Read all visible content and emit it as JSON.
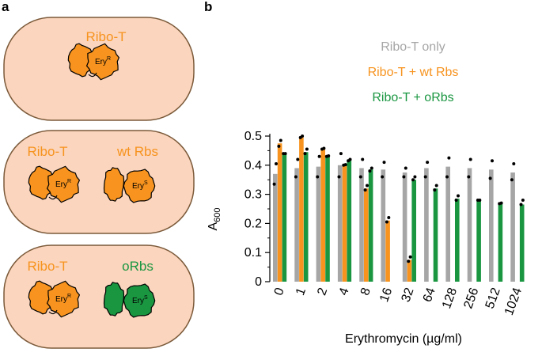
{
  "panel_a": {
    "letter": "a",
    "cells": [
      {
        "labels": [
          {
            "text": "Ribo-T",
            "color": "#f7931e"
          }
        ],
        "ribosomes": [
          {
            "kind": "ribo-t",
            "color": "#f7931e",
            "label": "Ery",
            "sup": "R"
          }
        ]
      },
      {
        "labels": [
          {
            "text": "Ribo-T",
            "color": "#f7931e"
          },
          {
            "text": "wt Rbs",
            "color": "#f7931e"
          }
        ],
        "ribosomes": [
          {
            "kind": "ribo-t",
            "color": "#f7931e",
            "label": "Ery",
            "sup": "R"
          },
          {
            "kind": "pair",
            "color": "#f7931e",
            "label": "Ery",
            "sup": "S"
          }
        ]
      },
      {
        "labels": [
          {
            "text": "Ribo-T",
            "color": "#f7931e"
          },
          {
            "text": "oRbs",
            "color": "#1a9641"
          }
        ],
        "ribosomes": [
          {
            "kind": "ribo-t",
            "color": "#f7931e",
            "label": "Ery",
            "sup": "R"
          },
          {
            "kind": "pair",
            "color": "#1a9641",
            "label": "Ery",
            "sup": "S"
          }
        ]
      }
    ],
    "cell_fill": "#fbd5bd",
    "cell_stroke": "#7b5a3a"
  },
  "chart_data": {
    "type": "bar",
    "panel_letter": "b",
    "categories": [
      "0",
      "1",
      "2",
      "4",
      "8",
      "16",
      "32",
      "64",
      "128",
      "256",
      "512",
      "1024"
    ],
    "ylabel": "A",
    "ylabel_sub": "600",
    "xlabel": "Erythromycin (µg/ml)",
    "ylim": [
      0,
      0.5
    ],
    "yticks": [
      "0",
      "0.1",
      "0.2",
      "0.3",
      "0.4",
      "0.5"
    ],
    "yticks_values": [
      0,
      0.1,
      0.2,
      0.3,
      0.4,
      0.5
    ],
    "legend_position": "top-right",
    "series": [
      {
        "name": "Ribo-T only",
        "color": "#a6a6a6",
        "values": [
          0.37,
          0.39,
          0.395,
          0.4,
          0.39,
          0.385,
          0.375,
          0.39,
          0.395,
          0.39,
          0.385,
          0.375
        ],
        "points": [
          [
            0.335,
            0.405
          ],
          [
            0.36,
            0.42
          ],
          [
            0.36,
            0.43
          ],
          [
            0.36,
            0.44
          ],
          [
            0.36,
            0.42
          ],
          [
            0.36,
            0.41
          ],
          [
            0.36,
            0.39
          ],
          [
            0.36,
            0.41
          ],
          [
            0.36,
            0.425
          ],
          [
            0.36,
            0.42
          ],
          [
            0.355,
            0.415
          ],
          [
            0.35,
            0.405
          ]
        ]
      },
      {
        "name": "Ribo-T + wt Rbs",
        "color": "#f7931e",
        "values": [
          0.475,
          0.495,
          0.455,
          0.4,
          0.32,
          0.21,
          0.075,
          null,
          null,
          null,
          null,
          null
        ],
        "points": [
          [
            0.465,
            0.485
          ],
          [
            0.495,
            0.5
          ],
          [
            0.455,
            0.458
          ],
          [
            0.4,
            0.402
          ],
          [
            0.315,
            0.33
          ],
          [
            0.205,
            0.22
          ],
          [
            0.07,
            0.085
          ],
          null,
          null,
          null,
          null,
          null
        ]
      },
      {
        "name": "Ribo-T + oRbs",
        "color": "#1a9641",
        "values": [
          0.44,
          0.445,
          0.43,
          0.42,
          0.385,
          null,
          0.35,
          0.32,
          0.285,
          0.28,
          0.27,
          0.265
        ],
        "points": [
          [
            0.44,
            0.44
          ],
          [
            0.44,
            0.455
          ],
          [
            0.43,
            0.432
          ],
          [
            0.415,
            0.42
          ],
          [
            0.38,
            0.39
          ],
          null,
          [
            0.35,
            0.36
          ],
          [
            0.315,
            0.33
          ],
          [
            0.28,
            0.295
          ],
          [
            0.28,
            0.28
          ],
          [
            0.268,
            0.27
          ],
          [
            0.265,
            0.28
          ]
        ]
      }
    ]
  }
}
